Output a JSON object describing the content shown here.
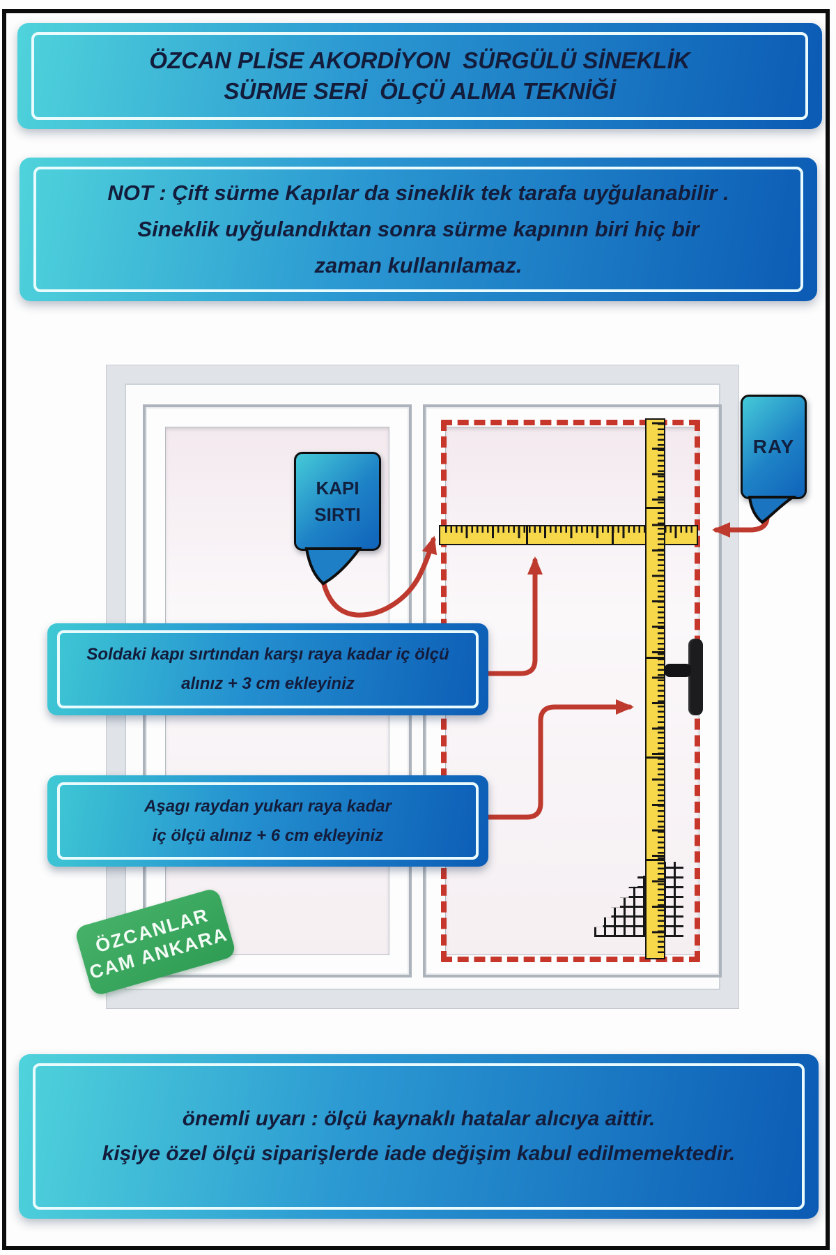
{
  "header": {
    "line1": "ÖZCAN PLİSE AKORDİYON  SÜRGÜLÜ SİNEKLİK",
    "line2": "SÜRME SERİ  ÖLÇÜ ALMA TEKNİĞİ"
  },
  "note": {
    "line1": "NOT : Çift sürme Kapılar da sineklik tek tarafa uyğulanabilir .",
    "line2": "Sineklik uyğulandıktan sonra sürme kapının biri hiç bir",
    "line3": "zaman kullanılamaz."
  },
  "diagram": {
    "kapi_sirti": {
      "line1": "KAPI",
      "line2": "SIRTI"
    },
    "ray": {
      "label": "RAY"
    },
    "instruction_width": {
      "line1": "Soldaki kapı sırtından karşı raya kadar iç ölçü",
      "line2": "alınız + 3 cm ekleyiniz"
    },
    "instruction_height": {
      "line1": "Aşagı raydan yukarı raya kadar",
      "line2": "iç ölçü alınız + 6 cm ekleyiniz"
    },
    "stamp": {
      "line1": "ÖZCANLAR",
      "line2": "CAM ANKARA"
    }
  },
  "footer": {
    "line1": "önemli uyarı : ölçü kaynaklı hatalar alıcıya aittir.",
    "line2": "kişiye özel ölçü siparişlerde iade değişim kabul edilmemektedir."
  },
  "colors": {
    "banner_gradient_start": "#4fd3db",
    "banner_gradient_end": "#0b5ab4",
    "banner_text": "#131c3b",
    "accent_red": "#c6362a",
    "ruler_yellow": "#f7d84b",
    "stamp_green": "#3ba95e",
    "window_gray": "#e0e3e8"
  }
}
